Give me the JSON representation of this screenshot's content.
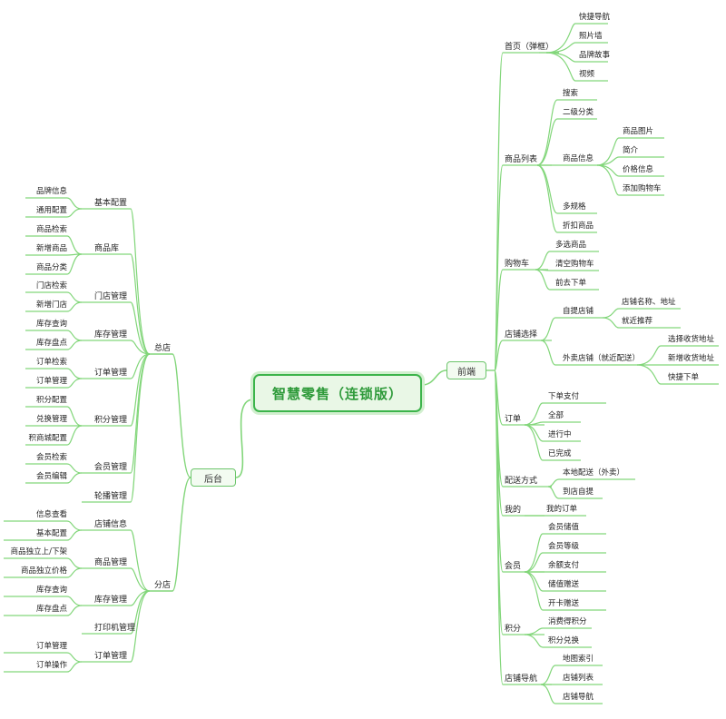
{
  "central": "智慧零售（连锁版）",
  "colors": {
    "line": "#82d67a",
    "node_border": "#3cb44b",
    "node_fill": "#e9f7e6",
    "title": "#2e9a3a"
  },
  "front": {
    "label": "前端",
    "groups": [
      {
        "label": "首页（弹框）",
        "items": [
          "快捷导航",
          "照片墙",
          "品牌故事",
          "视频"
        ]
      },
      {
        "label": "商品列表",
        "items": [
          "搜索",
          "二级分类",
          "商品信息",
          "多规格",
          "折扣商品"
        ],
        "sub": {
          "label": "商品信息",
          "items": [
            "商品图片",
            "简介",
            "价格信息",
            "添加购物车"
          ]
        }
      },
      {
        "label": "购物车",
        "items": [
          "多选商品",
          "清空购物车",
          "前去下单"
        ]
      },
      {
        "label": "店铺选择",
        "items": [
          "自提店铺",
          "外卖店铺（就近配送）"
        ],
        "sub1": {
          "label": "自提店铺",
          "items": [
            "店铺名称、地址",
            "就近推荐"
          ]
        },
        "sub2": {
          "label": "外卖店铺（就近配送）",
          "items": [
            "选择收货地址",
            "新增收货地址",
            "快捷下单"
          ]
        }
      },
      {
        "label": "订单",
        "items": [
          "下单支付",
          "全部",
          "进行中",
          "已完成"
        ]
      },
      {
        "label": "配送方式",
        "items": [
          "本地配送（外卖）",
          "到店自提"
        ]
      },
      {
        "label": "我的",
        "items": [
          "我的订单"
        ]
      },
      {
        "label": "会员",
        "items": [
          "会员储值",
          "会员等级",
          "余额支付",
          "储值赠送",
          "开卡赠送"
        ]
      },
      {
        "label": "积分",
        "items": [
          "消费得积分",
          "积分兑换"
        ]
      },
      {
        "label": "店铺导航",
        "items": [
          "地图索引",
          "店铺列表",
          "店铺导航"
        ]
      }
    ]
  },
  "back": {
    "label": "后台",
    "hq": {
      "label": "总店",
      "groups": [
        {
          "label": "基本配置",
          "items": [
            "品牌信息",
            "通用配置"
          ]
        },
        {
          "label": "商品库",
          "items": [
            "商品检索",
            "新增商品",
            "商品分类"
          ]
        },
        {
          "label": "门店管理",
          "items": [
            "门店检索",
            "新增门店"
          ]
        },
        {
          "label": "库存管理",
          "items": [
            "库存查询",
            "库存盘点"
          ]
        },
        {
          "label": "订单管理",
          "items": [
            "订单检索",
            "订单管理"
          ]
        },
        {
          "label": "积分管理",
          "items": [
            "积分配置",
            "兑换管理",
            "积商城配置"
          ]
        },
        {
          "label": "会员管理",
          "items": [
            "会员检索",
            "会员编辑"
          ]
        },
        {
          "label": "轮播管理",
          "items": []
        }
      ]
    },
    "branch": {
      "label": "分店",
      "groups": [
        {
          "label": "店铺信息",
          "items": [
            "信息查看",
            "基本配置"
          ]
        },
        {
          "label": "商品管理",
          "items": [
            "商品独立上/下架",
            "商品独立价格"
          ]
        },
        {
          "label": "库存管理",
          "items": [
            "库存查询",
            "库存盘点"
          ]
        },
        {
          "label": "打印机管理",
          "items": []
        },
        {
          "label": "订单管理",
          "items": [
            "订单管理",
            "订单操作"
          ]
        }
      ]
    }
  }
}
